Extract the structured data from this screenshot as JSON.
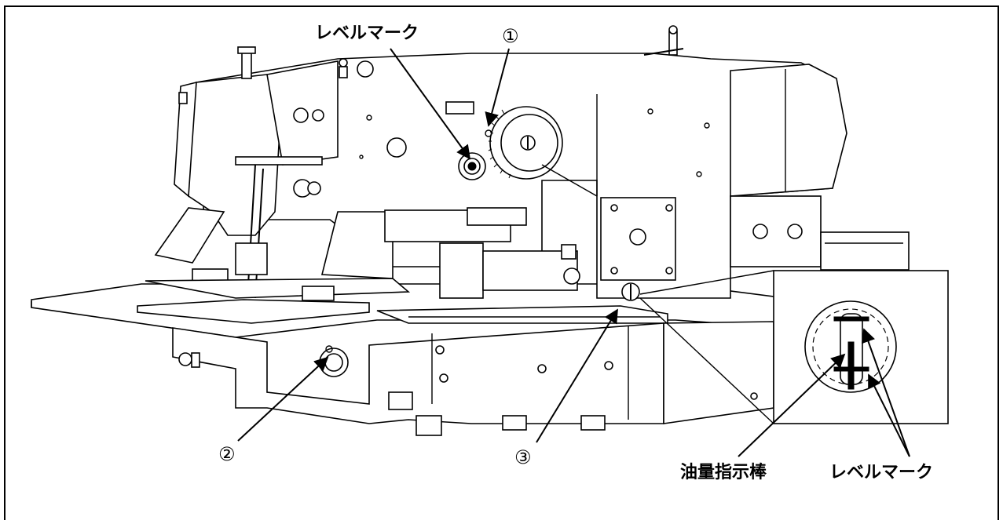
{
  "labels": {
    "level_mark_top": "レベルマーク",
    "callout_1": "①",
    "callout_2": "②",
    "callout_3": "③",
    "oil_gauge_rod": "油量指示棒",
    "level_mark_inset": "レベルマーク"
  }
}
